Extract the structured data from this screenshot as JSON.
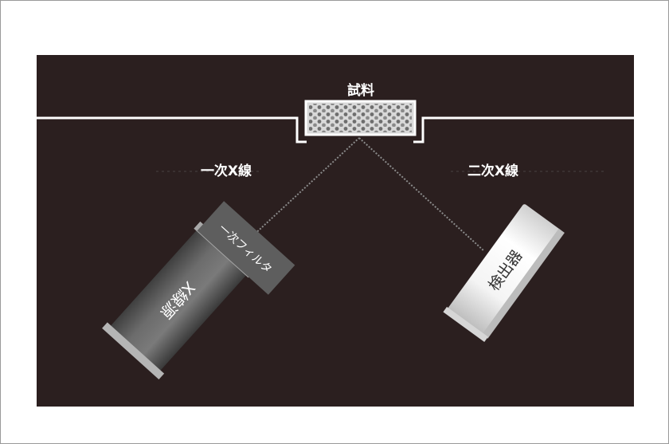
{
  "diagram": {
    "sample_label": "試料",
    "primary_xray_label": "一次X線",
    "secondary_xray_label": "二次X線",
    "primary_filter_label": "一次フィルタ",
    "xray_source_label": "X線源",
    "detector_label": "検出器"
  }
}
